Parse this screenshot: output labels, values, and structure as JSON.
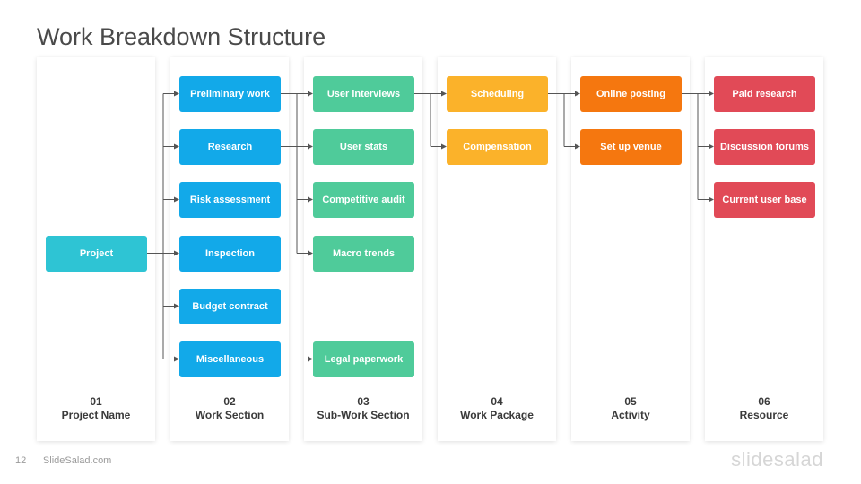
{
  "title": "Work Breakdown Structure",
  "colors": {
    "project": "#2ec4d4",
    "section": "#12a9e9",
    "subsection": "#4fcb9a",
    "package": "#fbb22a",
    "activity": "#f5770f",
    "resource": "#e14a57",
    "connector": "#555555"
  },
  "columns": [
    {
      "num": "01",
      "name": "Project Name"
    },
    {
      "num": "02",
      "name": "Work Section"
    },
    {
      "num": "03",
      "name": "Sub-Work Section"
    },
    {
      "num": "04",
      "name": "Work Package"
    },
    {
      "num": "05",
      "name": "Activity"
    },
    {
      "num": "06",
      "name": "Resource"
    }
  ],
  "project": "Project",
  "work_sections": [
    "Preliminary work",
    "Research",
    "Risk assessment",
    "Inspection",
    "Budget contract",
    "Miscellaneous"
  ],
  "sub_sections": [
    "User interviews",
    "User stats",
    "Competitive audit",
    "Macro trends",
    "Legal paperwork"
  ],
  "work_packages": [
    "Scheduling",
    "Compensation"
  ],
  "activities": [
    "Online posting",
    "Set up venue"
  ],
  "resources": [
    "Paid research",
    "Discussion forums",
    "Current user base"
  ],
  "footer": {
    "page": "12",
    "site": "| SlideSalad.com",
    "brand": "slidesalad"
  }
}
